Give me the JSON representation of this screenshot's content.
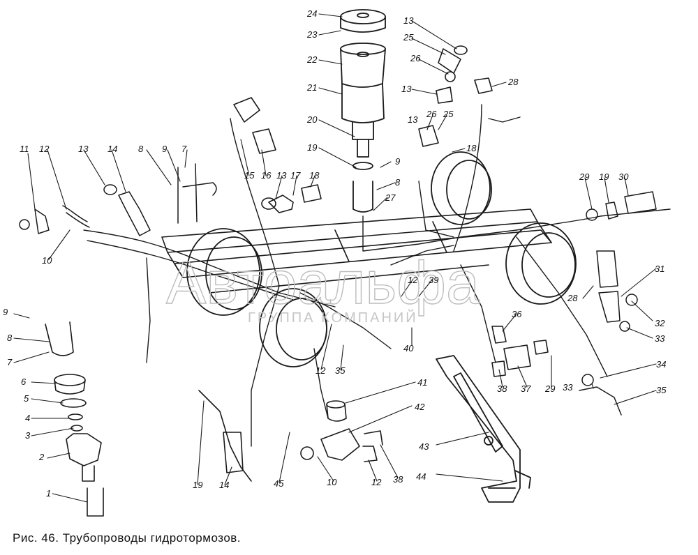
{
  "caption": "Рис. 46. Трубопроводы гидротормозов.",
  "watermark": {
    "name": "Автоальфа",
    "subtitle": "ГРУППА КОМПАНИЙ"
  },
  "callouts": [
    {
      "label": "24"
    },
    {
      "label": "23"
    },
    {
      "label": "22"
    },
    {
      "label": "21"
    },
    {
      "label": "20"
    },
    {
      "label": "19"
    },
    {
      "label": "27"
    },
    {
      "label": "8"
    },
    {
      "label": "9"
    },
    {
      "label": "13"
    },
    {
      "label": "25"
    },
    {
      "label": "26"
    },
    {
      "label": "13"
    },
    {
      "label": "28"
    },
    {
      "label": "13"
    },
    {
      "label": "26"
    },
    {
      "label": "25"
    },
    {
      "label": "18"
    },
    {
      "label": "11"
    },
    {
      "label": "12"
    },
    {
      "label": "13"
    },
    {
      "label": "14"
    },
    {
      "label": "8"
    },
    {
      "label": "9"
    },
    {
      "label": "7"
    },
    {
      "label": "10"
    },
    {
      "label": "15"
    },
    {
      "label": "16"
    },
    {
      "label": "13"
    },
    {
      "label": "17"
    },
    {
      "label": "18"
    },
    {
      "label": "29"
    },
    {
      "label": "19"
    },
    {
      "label": "30"
    },
    {
      "label": "31"
    },
    {
      "label": "28"
    },
    {
      "label": "32"
    },
    {
      "label": "33"
    },
    {
      "label": "34"
    },
    {
      "label": "33"
    },
    {
      "label": "35"
    },
    {
      "label": "9"
    },
    {
      "label": "8"
    },
    {
      "label": "7"
    },
    {
      "label": "6"
    },
    {
      "label": "5"
    },
    {
      "label": "4"
    },
    {
      "label": "3"
    },
    {
      "label": "2"
    },
    {
      "label": "1"
    },
    {
      "label": "12"
    },
    {
      "label": "39"
    },
    {
      "label": "40"
    },
    {
      "label": "12"
    },
    {
      "label": "35"
    },
    {
      "label": "36"
    },
    {
      "label": "38"
    },
    {
      "label": "37"
    },
    {
      "label": "29"
    },
    {
      "label": "41"
    },
    {
      "label": "42"
    },
    {
      "label": "43"
    },
    {
      "label": "44"
    },
    {
      "label": "10"
    },
    {
      "label": "12"
    },
    {
      "label": "38"
    },
    {
      "label": "45"
    },
    {
      "label": "19"
    },
    {
      "label": "14"
    }
  ]
}
